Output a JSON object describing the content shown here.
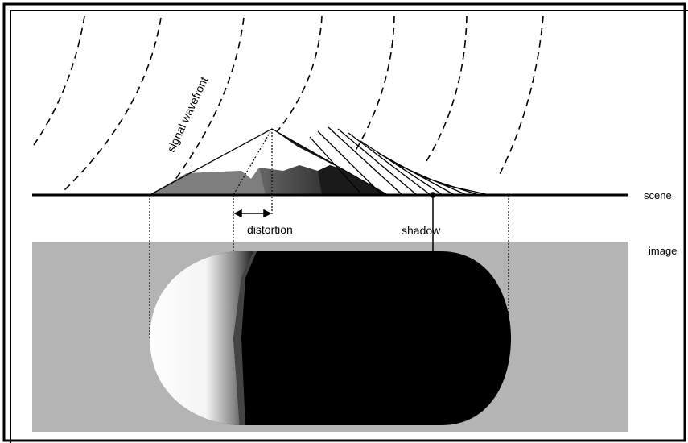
{
  "labels": {
    "signal_wavefront": "signal wavefront",
    "distortion": "distortion",
    "shadow": "shadow",
    "scene": "scene",
    "image": "image"
  },
  "colors": {
    "image_band": "#b4b4b4",
    "mountain_dark": "#1a1a1a",
    "mountain_mid": "#6e6e6e",
    "snow": "#ffffff",
    "ellipse_dark": "#000000"
  }
}
